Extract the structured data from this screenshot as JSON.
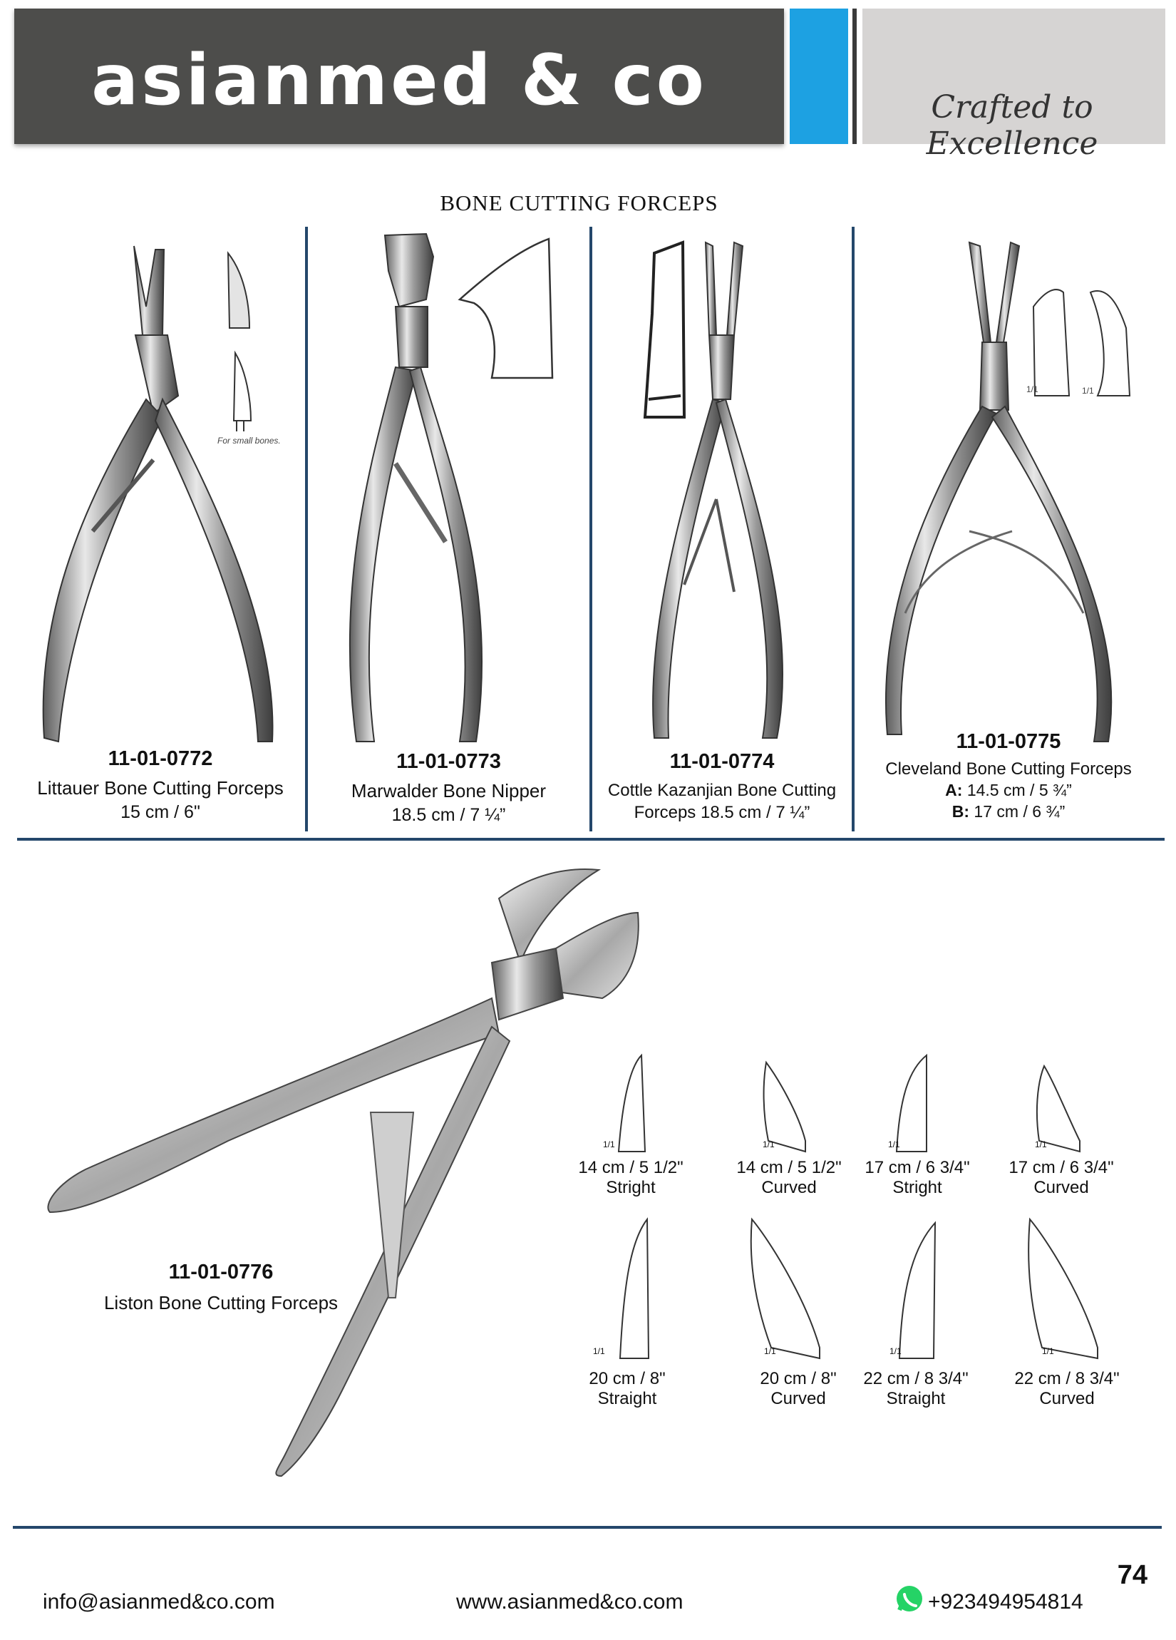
{
  "header": {
    "brand": "asianmed & co",
    "tagline": "Crafted to Excellence"
  },
  "section_title": "BONE CUTTING FORCEPS",
  "products": [
    {
      "code": "11-01-0772",
      "name": "Littauer Bone Cutting Forceps",
      "size": "15 cm / 6\"",
      "note": "For small bones."
    },
    {
      "code": "11-01-0773",
      "name": "Marwalder Bone Nipper",
      "size": "18.5 cm / 7 ¼”"
    },
    {
      "code": "11-01-0774",
      "name": "Cottle Kazanjian Bone Cutting",
      "size": "Forceps 18.5 cm / 7 ¼”"
    },
    {
      "code": "11-01-0775",
      "name": "Cleveland Bone Cutting Forceps",
      "size_a_label": "A:",
      "size_a": "14.5 cm / 5 ¾”",
      "size_b_label": "B:",
      "size_b": "17 cm / 6 ¾”",
      "scale": "1/1"
    },
    {
      "code": "11-01-0776",
      "name": "Liston Bone Cutting Forceps"
    }
  ],
  "tip_scale": "1/1",
  "tips": [
    {
      "size": "14 cm / 5 1/2\"",
      "type": "Stright"
    },
    {
      "size": "14 cm / 5 1/2\"",
      "type": "Curved"
    },
    {
      "size": "17 cm / 6 3/4\"",
      "type": "Stright"
    },
    {
      "size": "17 cm / 6 3/4\"",
      "type": "Curved"
    },
    {
      "size": "20 cm / 8\"",
      "type": "Straight"
    },
    {
      "size": "20 cm / 8\"",
      "type": "Curved"
    },
    {
      "size": "22 cm / 8 3/4\"",
      "type": "Straight"
    },
    {
      "size": "22 cm / 8 3/4\"",
      "type": "Curved"
    }
  ],
  "footer": {
    "email": "info@asianmed&co.com",
    "website": "www.asianmed&co.com",
    "phone": "+923494954814",
    "page_number": "74"
  },
  "colors": {
    "header_gray": "#4d4d4b",
    "accent_blue": "#1da1e2",
    "divider_navy": "#24476b",
    "whatsapp_green": "#25d366"
  }
}
